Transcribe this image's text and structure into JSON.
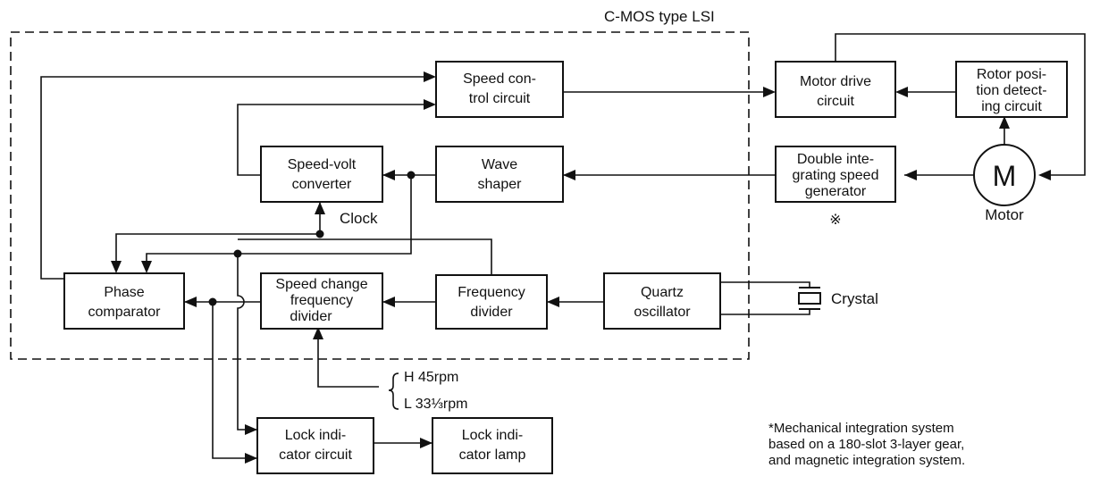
{
  "lsi_label": "C-MOS type LSI",
  "blocks": {
    "speed_control": [
      "Speed con-",
      "trol circuit"
    ],
    "motor_drive": [
      "Motor drive",
      "circuit"
    ],
    "rotor_position": [
      "Rotor posi-",
      "tion detect-",
      "ing circuit"
    ],
    "speed_volt": [
      "Speed-volt",
      "converter"
    ],
    "wave_shaper": [
      "Wave",
      "shaper"
    ],
    "double_integrating": [
      "Double inte-",
      "grating speed",
      "generator"
    ],
    "phase_comparator": [
      "Phase",
      "comparator"
    ],
    "speed_change_divider": [
      "Speed change",
      "frequency",
      "divider"
    ],
    "frequency_divider": [
      "Frequency",
      "divider"
    ],
    "quartz_oscillator": [
      "Quartz",
      "oscillator"
    ],
    "lock_indicator_circuit": [
      "Lock indi-",
      "cator circuit"
    ],
    "lock_indicator_lamp": [
      "Lock indi-",
      "cator lamp"
    ]
  },
  "motor_symbol": "M",
  "motor_label": "Motor",
  "clock_label": "Clock",
  "crystal_label": "Crystal",
  "ref_mark": "※",
  "speed_select": {
    "high": "H  45rpm",
    "low": "L  33⅓rpm"
  },
  "footnote": [
    "*Mechanical integration system",
    " based on a 180-slot 3-layer gear,",
    " and magnetic integration system."
  ]
}
